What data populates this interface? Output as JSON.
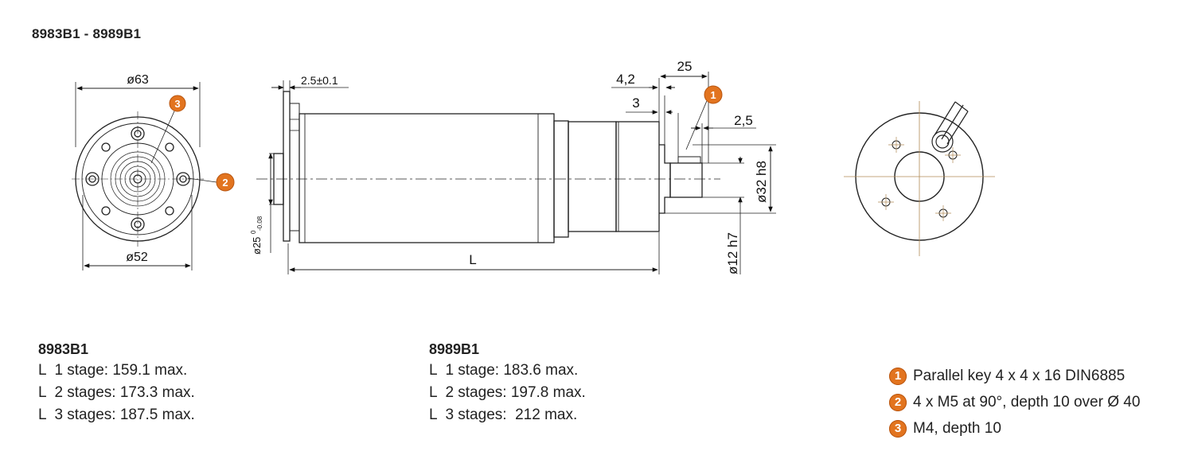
{
  "title": "8983B1 - 8989B1",
  "front_view": {
    "outer_dia": "ø63",
    "pcd_dia": "ø52",
    "callout_3": "3",
    "callout_2": "2"
  },
  "side_view": {
    "flange_thickness": "2.5±0.1",
    "pilot_dia": "ø25",
    "pilot_tol_upper": "0",
    "pilot_tol_lower": "-0.08",
    "length": "L",
    "key_offset": "4,2",
    "shaft_length": "25",
    "step": "3",
    "key_end": "2,5",
    "callout_1": "1",
    "boss_dia": "ø32 h8",
    "shaft_dia": "ø12 h7"
  },
  "variants": [
    {
      "model": "8983B1",
      "rows": [
        {
          "sym": "L",
          "text": "1 stage: 159.1 max."
        },
        {
          "sym": "L",
          "text": "2 stages: 173.3 max."
        },
        {
          "sym": "L",
          "text": "3 stages: 187.5 max."
        }
      ]
    },
    {
      "model": "8989B1",
      "rows": [
        {
          "sym": "L",
          "text": "1 stage: 183.6 max."
        },
        {
          "sym": "L",
          "text": "2 stages: 197.8 max."
        },
        {
          "sym": "L",
          "text": "3 stages:  212 max."
        }
      ]
    }
  ],
  "notes": [
    {
      "num": "1",
      "text": "Parallel key 4 x 4 x 16 DIN6885"
    },
    {
      "num": "2",
      "text": "4 x M5 at 90°, depth 10 over Ø 40"
    },
    {
      "num": "3",
      "text": "M4, depth 10"
    }
  ],
  "colors": {
    "callout": "#e2741f",
    "centerline": "#b08a55",
    "line": "#222222"
  }
}
